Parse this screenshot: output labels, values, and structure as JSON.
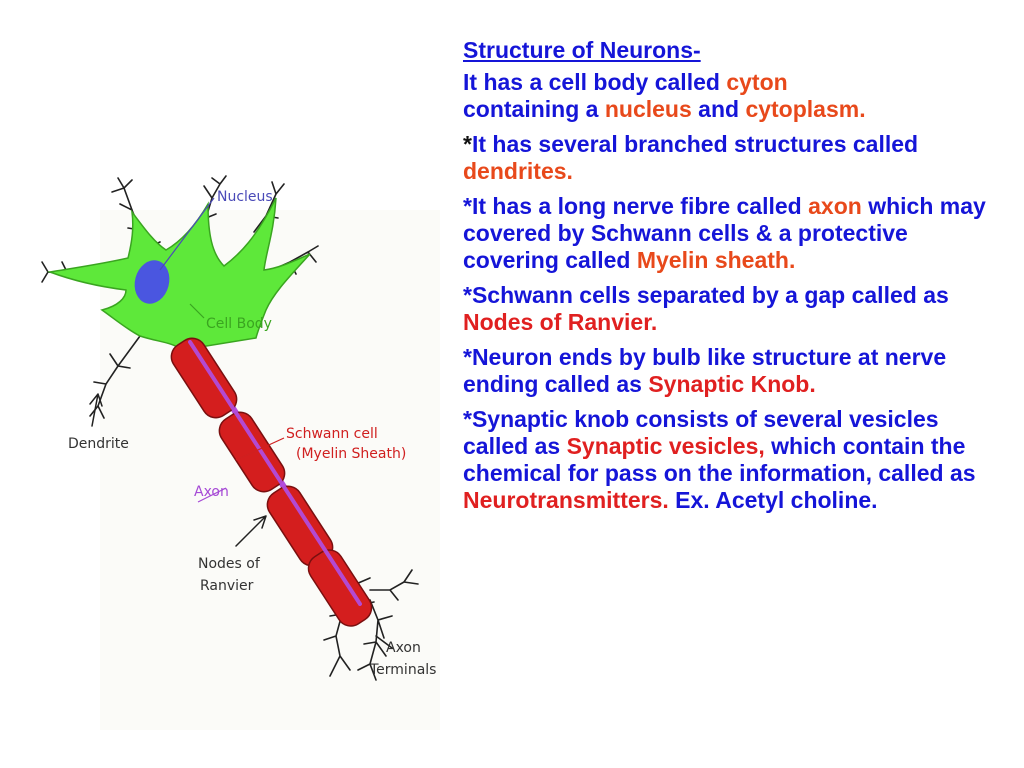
{
  "diagram": {
    "labels": {
      "nucleus": "Nucleus",
      "cell_body": "Cell Body",
      "dendrite": "Dendrite",
      "schwann_cell": "Schwann cell",
      "myelin_sheath": "(Myelin Sheath)",
      "axon": "Axon",
      "nodes_line1": "Nodes of",
      "nodes_line2": "Ranvier",
      "terminals_line1": "Axon",
      "terminals_line2": "Terminals"
    },
    "colors": {
      "cell_body": "#5ee83a",
      "nucleus": "#4a56e0",
      "myelin": "#d41e1e",
      "axon": "#b24cdc",
      "nucleus_label": "#4a4ab8",
      "cell_body_label": "#3aa520",
      "schwann_label": "#d02020",
      "axon_label": "#a64ad6",
      "dark_label": "#333333"
    }
  },
  "notes": {
    "title": "Structure of Neurons-",
    "p1": {
      "a": " It has a cell body called ",
      "b": "cyton",
      "c": "containing a ",
      "d": "nucleus",
      "e": " and ",
      "f": "cytoplasm."
    },
    "p2": {
      "a": "*",
      "b": "It has several branched structures called ",
      "c": "dendrites."
    },
    "p3": {
      "a": "*It has a long nerve fibre called ",
      "b": "axon",
      "c": " which may  covered by Schwann cells & a protective covering called ",
      "d": "Myelin sheath."
    },
    "p4": {
      "a": "*Schwann cells separated by a gap called as ",
      "b": "Nodes of Ranvier."
    },
    "p5": {
      "a": "*Neuron ends by bulb like structure at nerve ending called as ",
      "b": "Synaptic Knob."
    },
    "p6": {
      "a": "*Synaptic knob consists of several vesicles called as ",
      "b": "Synaptic vesicles,",
      "c": " which contain the chemical for pass on the information, called as ",
      "d": "Neurotransmitters.",
      "e": " Ex. Acetyl choline."
    }
  }
}
